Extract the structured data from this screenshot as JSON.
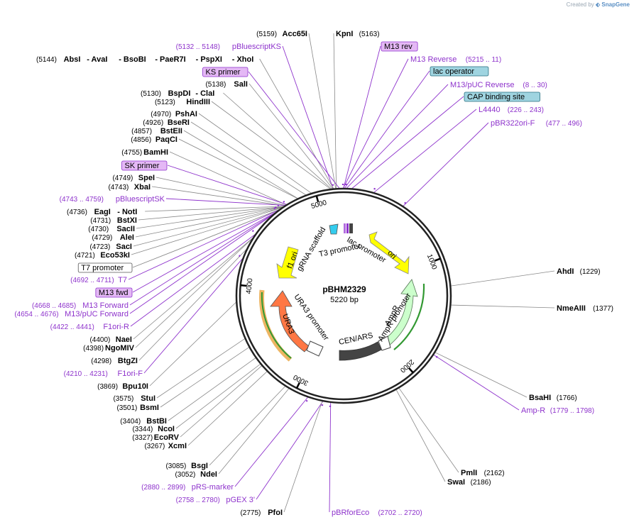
{
  "credit": {
    "prefix": "Created by",
    "brand": "SnapGene"
  },
  "plasmid": {
    "name": "pBHM2329",
    "size_label": "5220 bp"
  },
  "colors": {
    "feature_purple": "#8e33cc",
    "orange": "#ff7744",
    "yellow": "#ffff00",
    "green_light": "#ccffcc",
    "cyan": "#33ccee",
    "dark": "#444444",
    "gold": "#e8a33c",
    "orf_green": "#339933"
  },
  "ticks": [
    "1000",
    "2000",
    "3000",
    "4000",
    "5000"
  ],
  "enzymes": [
    {
      "name": "Acc65I",
      "pos": "(5159)"
    },
    {
      "name": "KpnI",
      "pos": "(5163)"
    },
    {
      "name": "AbsI",
      "pos": "(5144)"
    },
    {
      "name": "- AvaI",
      "pos": ""
    },
    {
      "name": "- BsoBI",
      "pos": ""
    },
    {
      "name": "- PaeR7I",
      "pos": ""
    },
    {
      "name": "- PspXI",
      "pos": ""
    },
    {
      "name": "- XhoI",
      "pos": ""
    },
    {
      "name": "SalI",
      "pos": "(5138)"
    },
    {
      "name": "BspDI",
      "pos": "(5130)"
    },
    {
      "name": "- ClaI",
      "pos": ""
    },
    {
      "name": "HindIII",
      "pos": "(5123)"
    },
    {
      "name": "PshAI",
      "pos": "(4970)"
    },
    {
      "name": "BseRI",
      "pos": "(4926)"
    },
    {
      "name": "BstEII",
      "pos": "(4857)"
    },
    {
      "name": "PaqCI",
      "pos": "(4856)"
    },
    {
      "name": "BamHI",
      "pos": "(4755)"
    },
    {
      "name": "SpeI",
      "pos": "(4749)"
    },
    {
      "name": "XbaI",
      "pos": "(4743)"
    },
    {
      "name": "EagI",
      "pos": "(4736)"
    },
    {
      "name": "- NotI",
      "pos": ""
    },
    {
      "name": "BstXI",
      "pos": "(4731)"
    },
    {
      "name": "SacII",
      "pos": "(4730)"
    },
    {
      "name": "AleI",
      "pos": "(4729)"
    },
    {
      "name": "SacI",
      "pos": "(4723)"
    },
    {
      "name": "Eco53kI",
      "pos": "(4721)"
    },
    {
      "name": "NaeI",
      "pos": "(4400)"
    },
    {
      "name": "NgoMIV",
      "pos": "(4398)"
    },
    {
      "name": "BtgZI",
      "pos": "(4298)"
    },
    {
      "name": "Bpu10I",
      "pos": "(3869)"
    },
    {
      "name": "StuI",
      "pos": "(3575)"
    },
    {
      "name": "BsmI",
      "pos": "(3501)"
    },
    {
      "name": "BstBI",
      "pos": "(3404)"
    },
    {
      "name": "NcoI",
      "pos": "(3344)"
    },
    {
      "name": "EcoRV",
      "pos": "(3327)"
    },
    {
      "name": "XcmI",
      "pos": "(3267)"
    },
    {
      "name": "BsgI",
      "pos": "(3085)"
    },
    {
      "name": "NdeI",
      "pos": "(3052)"
    },
    {
      "name": "PfoI",
      "pos": "(2775)"
    },
    {
      "name": "AhdI",
      "pos": "(1229)"
    },
    {
      "name": "NmeAIII",
      "pos": "(1377)"
    },
    {
      "name": "BsaHI",
      "pos": "(1766)"
    },
    {
      "name": "PmlI",
      "pos": "(2162)"
    },
    {
      "name": "SwaI",
      "pos": "(2186)"
    }
  ],
  "primers": [
    {
      "name": "pBluescriptKS",
      "pos": "(5132 .. 5148)"
    },
    {
      "name": "M13 Reverse",
      "pos": "(5215 .. 11)"
    },
    {
      "name": "M13/pUC Reverse",
      "pos": "(8 .. 30)"
    },
    {
      "name": "L4440",
      "pos": "(226 .. 243)"
    },
    {
      "name": "pBR322ori-F",
      "pos": "(477 .. 496)"
    },
    {
      "name": "pBluescriptSK",
      "pos": "(4743 .. 4759)"
    },
    {
      "name": "T7",
      "pos": "(4692 .. 4711)"
    },
    {
      "name": "M13 Forward",
      "pos": "(4668 .. 4685)"
    },
    {
      "name": "M13/pUC Forward",
      "pos": "(4654 .. 4676)"
    },
    {
      "name": "F1ori-R",
      "pos": "(4422 .. 4441)"
    },
    {
      "name": "F1ori-F",
      "pos": "(4210 .. 4231)"
    },
    {
      "name": "Amp-R",
      "pos": "(1779 .. 1798)"
    },
    {
      "name": "pRS-marker",
      "pos": "(2880 .. 2899)"
    },
    {
      "name": "pGEX 3'",
      "pos": "(2758 .. 2780)"
    },
    {
      "name": "pBRforEco",
      "pos": "(2702 .. 2720)"
    }
  ],
  "boxes": [
    {
      "name": "M13 rev",
      "style": "purple"
    },
    {
      "name": "lac operator",
      "style": "teal"
    },
    {
      "name": "CAP binding site",
      "style": "teal"
    },
    {
      "name": "KS primer",
      "style": "purple"
    },
    {
      "name": "SK primer",
      "style": "purple"
    },
    {
      "name": "T7 promoter",
      "style": "white"
    },
    {
      "name": "M13 fwd",
      "style": "purple"
    }
  ],
  "features": {
    "gRNA_scaffold": "gRNA scaffold",
    "lac_promoter": "lac promoter",
    "T3_promoter": "T3 promoter",
    "ori": "ori",
    "f1_ori": "f1 ori",
    "URA3_promoter": "URA3 promoter",
    "URA3": "URA3",
    "AmpR_promoter": "AmpR promoter",
    "AmpR": "AmpR",
    "CEN_ARS": "CEN/ARS"
  }
}
